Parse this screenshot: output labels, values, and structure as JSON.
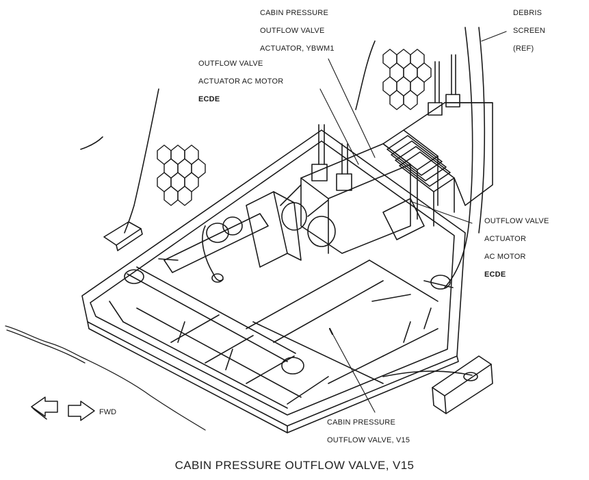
{
  "caption": "CABIN PRESSURE OUTFLOW VALVE, V15",
  "labels": {
    "actuator_ybwm1": [
      "CABIN PRESSURE",
      "OUTFLOW VALVE",
      "ACTUATOR, YBWM1"
    ],
    "ac_motor_top": [
      "OUTFLOW VALVE",
      "ACTUATOR AC MOTOR",
      "ECDE"
    ],
    "debris_screen": [
      "DEBRIS",
      "SCREEN",
      "(REF)"
    ],
    "ac_motor_right": [
      "OUTFLOW VALVE",
      "ACTUATOR",
      "AC MOTOR",
      "ECDE"
    ],
    "valve_v15": [
      "CABIN PRESSURE",
      "OUTFLOW VALVE, V15"
    ],
    "fwd": "FWD"
  },
  "colors": {
    "ink": "#1a1a1a",
    "paper": "#ffffff"
  }
}
